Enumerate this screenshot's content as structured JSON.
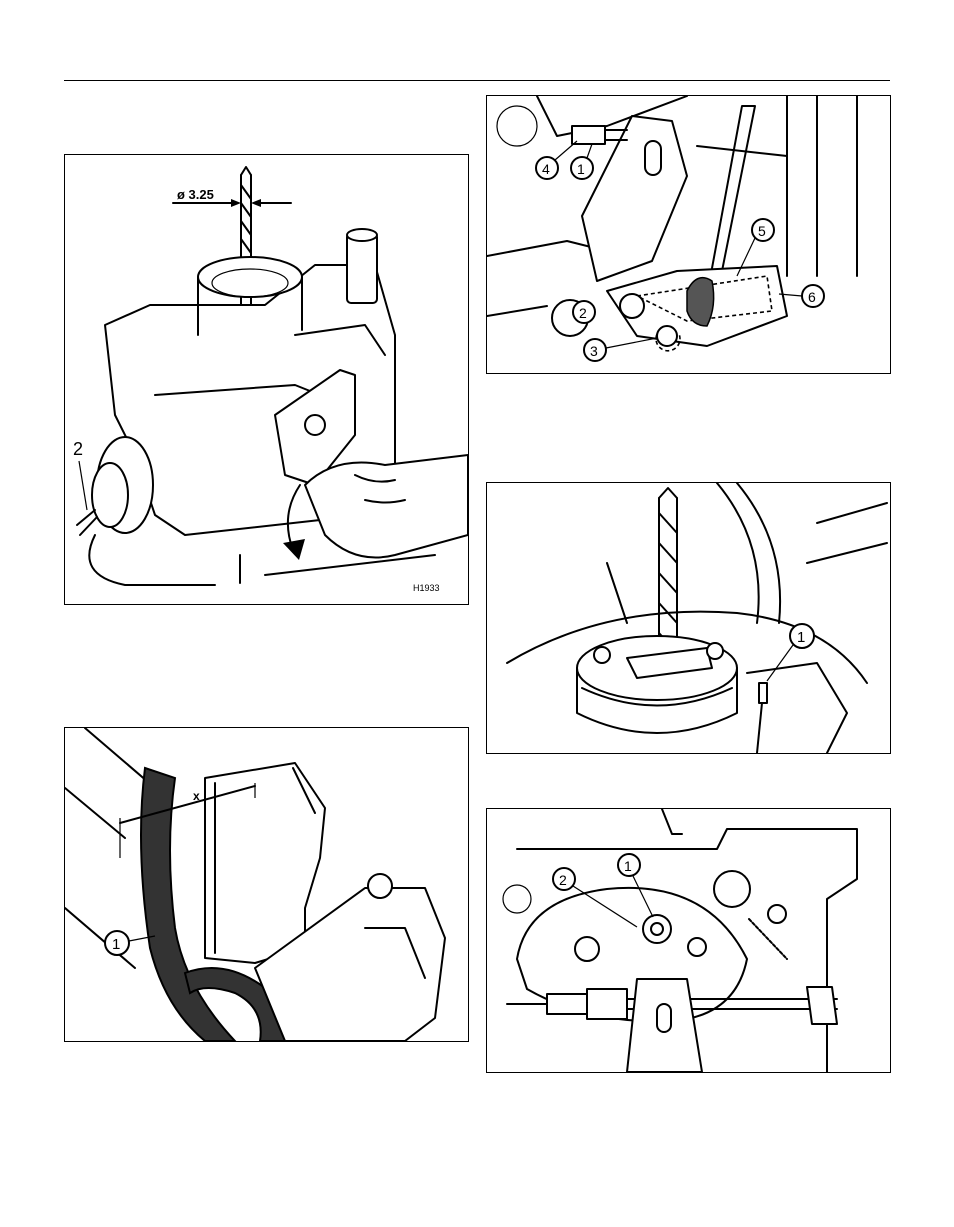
{
  "figures": {
    "fig1": {
      "dimension_label": "ø 3.25",
      "callout_2": "2",
      "code": "H1933"
    },
    "fig2": {
      "callout_1": "1",
      "dim_mark": "x"
    },
    "fig3": {
      "callouts": [
        "4",
        "1",
        "5",
        "6",
        "2",
        "3"
      ]
    },
    "fig4": {
      "callout_1": "1"
    },
    "fig5": {
      "callout_1": "1",
      "callout_2": "2"
    }
  }
}
